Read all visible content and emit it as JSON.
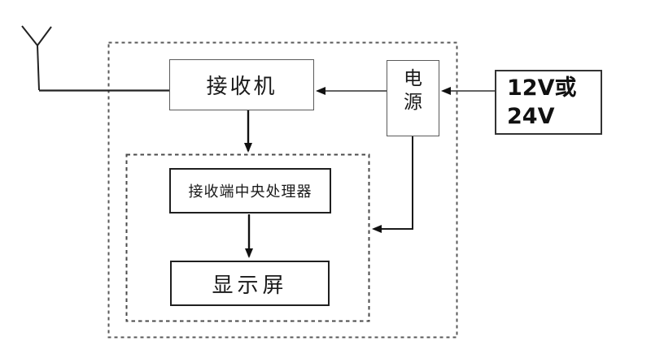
{
  "diagram": {
    "type": "block-diagram",
    "background_color": "#ffffff",
    "line_color": "#1a1a1a",
    "gray_line_color": "#4d4d4d",
    "box_border_gray": "#5a5a5a",
    "box_border_dark": "#1f1f1f",
    "nodes": {
      "antenna": {
        "icon": "antenna-icon"
      },
      "receiver": {
        "label": "接收机"
      },
      "power": {
        "lines": [
          "电",
          "源"
        ]
      },
      "cpu": {
        "label": "接收端中央处理器"
      },
      "display": {
        "label": "显示屏"
      },
      "voltage": {
        "lines": [
          "12V或",
          "24V"
        ]
      }
    },
    "groups": {
      "outer_dashed_box": "dashed",
      "inner_dashed_box": "dashed"
    },
    "connections": [
      {
        "from": "antenna",
        "to": "receiver",
        "style": "plain-line"
      },
      {
        "from": "power",
        "to": "receiver",
        "style": "arrow-left"
      },
      {
        "from": "voltage",
        "to": "power",
        "style": "arrow-left"
      },
      {
        "from": "receiver",
        "to": "inner_dashed_box",
        "style": "arrow-down"
      },
      {
        "from": "cpu",
        "to": "display",
        "style": "arrow-down"
      },
      {
        "from": "power",
        "to": "inner_dashed_box",
        "style": "arrow-down-left"
      }
    ]
  }
}
